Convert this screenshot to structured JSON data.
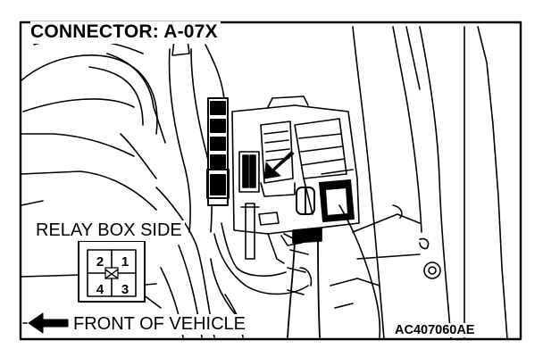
{
  "title": "CONNECTOR: A-07X",
  "relay_box_label": "RELAY BOX SIDE",
  "front_label": "FRONT OF VEHICLE",
  "figure_code": "AC407060AE",
  "connector_pins": {
    "top_left": "2",
    "top_right": "1",
    "bottom_left": "4",
    "bottom_right": "3"
  },
  "colors": {
    "ink": "#000000",
    "paper": "#ffffff"
  },
  "icons": [
    "front-direction-arrow-icon",
    "pointer-arrow-icon"
  ]
}
